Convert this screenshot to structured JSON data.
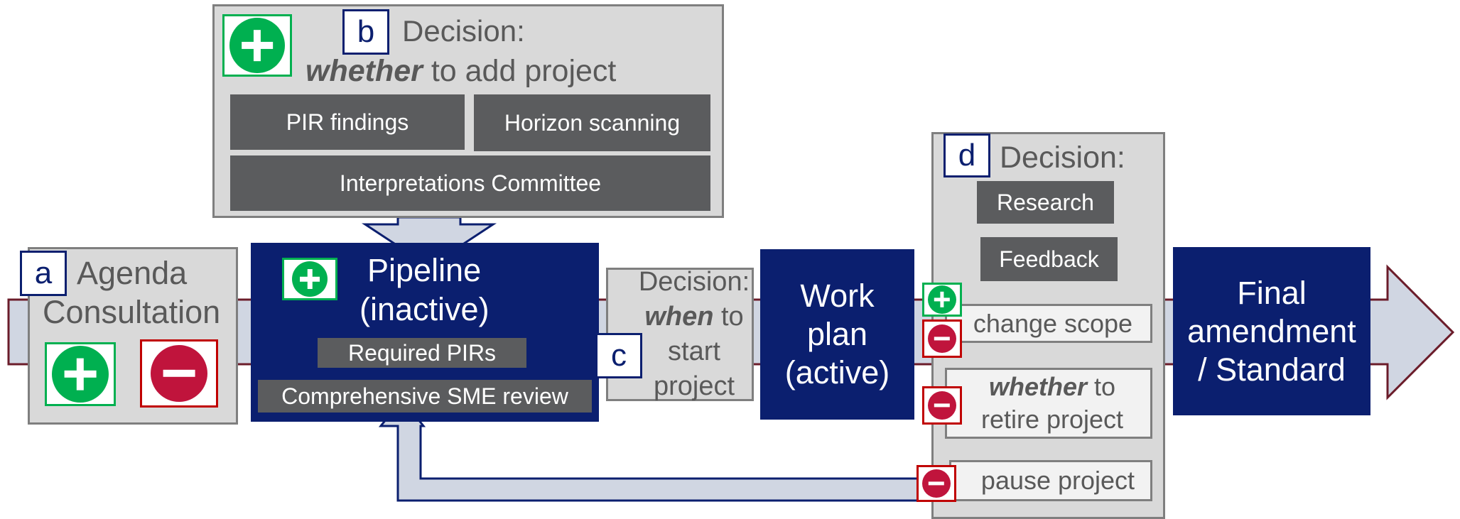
{
  "decision_add": {
    "tag": "b",
    "title": "Decision:",
    "emph": "whether",
    "rest": " to add project",
    "sources": [
      "PIR findings",
      "Horizon scanning",
      "Interpretations Committee"
    ]
  },
  "agenda": {
    "tag": "a",
    "line1": "Agenda",
    "line2": "Consultation"
  },
  "pipeline": {
    "line1": "Pipeline",
    "line2": "(inactive)",
    "items": [
      "Required PIRs",
      "Comprehensive SME review"
    ]
  },
  "decision_start": {
    "tag": "c",
    "line1": "Decision:",
    "emph": "when",
    "rest": " to",
    "line3": "start",
    "line4": "project"
  },
  "workplan": {
    "line1": "Work",
    "line2": "plan",
    "line3": "(active)"
  },
  "decision_work": {
    "tag": "d",
    "title": "Decision:",
    "inputs": [
      "Research",
      "Feedback"
    ],
    "change_scope": "change scope",
    "retire_emph": "whether",
    "retire_rest": " to",
    "retire_line2": "retire project",
    "pause": "pause project"
  },
  "final": {
    "line1": "Final",
    "line2": "amendment",
    "line3": "/ Standard"
  },
  "colors": {
    "navy": "#0b1f6f",
    "panel_grey": "#d9d9d9",
    "dark_grey": "#5b5c5e",
    "green": "#00b050",
    "red": "#c0143c",
    "arrow_fill": "#d0d6e2",
    "arrow_outline": "#6b1c2a"
  },
  "icons": {
    "add": "plus-circle-icon",
    "remove": "minus-circle-icon"
  }
}
